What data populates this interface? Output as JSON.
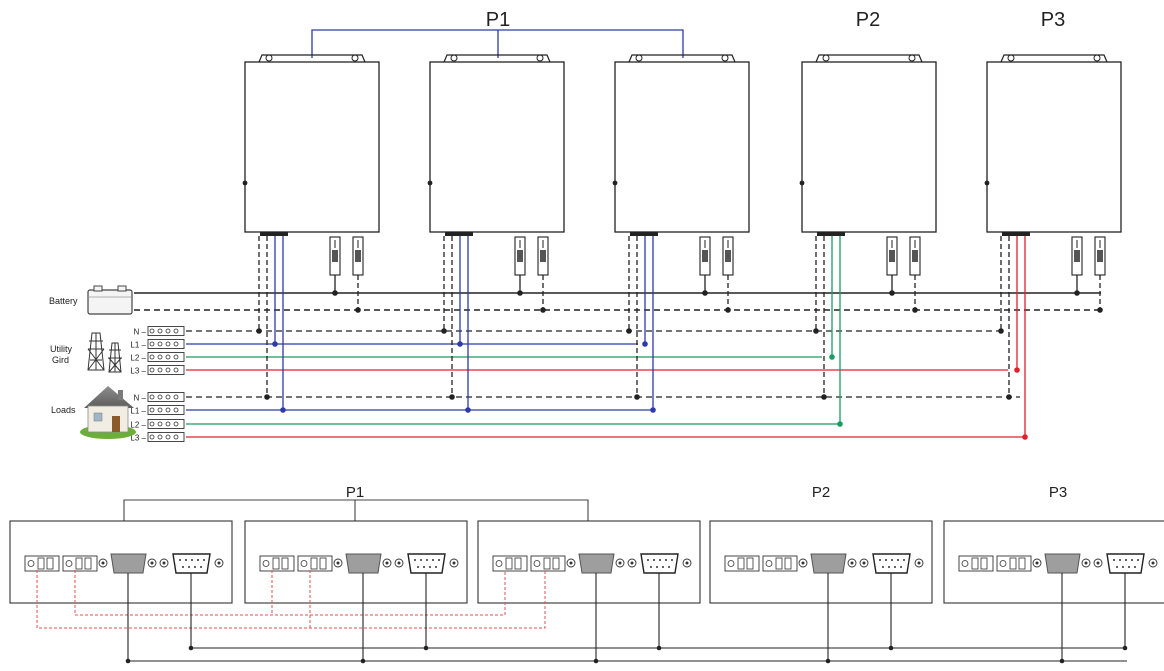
{
  "groups": {
    "p1": "P1",
    "p2": "P2",
    "p3": "P3"
  },
  "legend": {
    "battery": "Battery",
    "utility_line1": "Utility",
    "utility_line2": "Gird",
    "loads": "Loads"
  },
  "utility_terminals": [
    "N",
    "L1",
    "L2",
    "L3"
  ],
  "load_terminals": [
    "N",
    "L1",
    "L2",
    "L3"
  ],
  "colors": {
    "neutral": "#222222",
    "l1": "#2e3aa6",
    "l2": "#1a9b62",
    "l3": "#e0202a",
    "parallel_link": "#e05050",
    "outline": "#222222"
  },
  "icons": [
    "battery-icon",
    "utility-tower-icon",
    "house-icon",
    "breaker-icon",
    "db9-port-icon"
  ]
}
